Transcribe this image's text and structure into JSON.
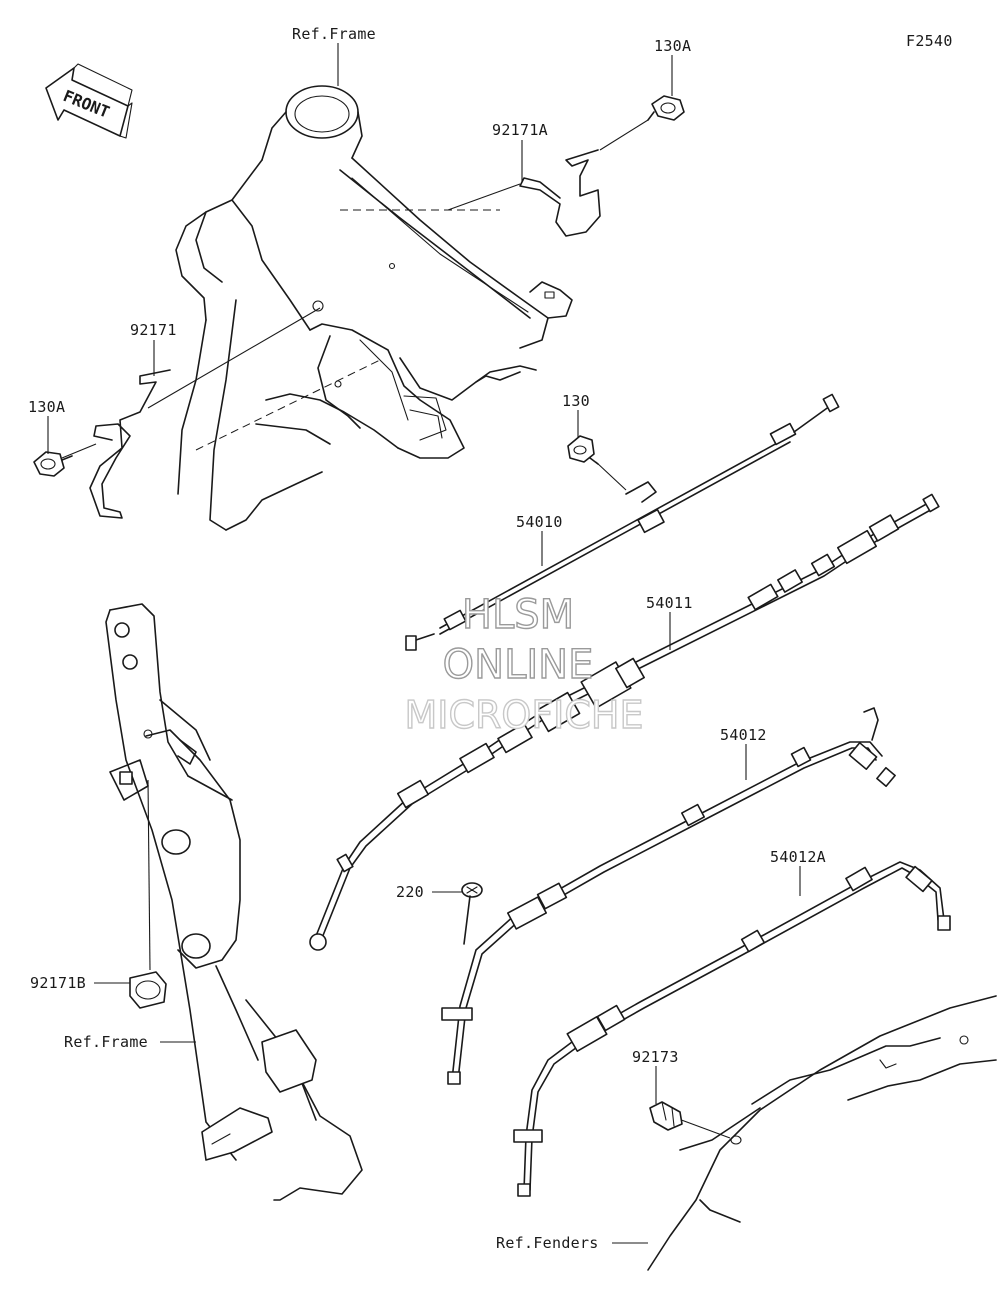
{
  "diagram_code": "F2540",
  "front_label": "FRONT",
  "labels": {
    "ref_frame_top": "Ref.Frame",
    "p130A_top": "130A",
    "p92171A": "92171A",
    "p92171": "92171",
    "p130A_left": "130A",
    "p130": "130",
    "p54010": "54010",
    "p54011": "54011",
    "p54012": "54012",
    "p54012A": "54012A",
    "p220": "220",
    "p92171B": "92171B",
    "ref_frame_lower": "Ref.Frame",
    "p92173": "92173",
    "ref_fenders": "Ref.Fenders"
  },
  "watermark": {
    "line1": "HLSM",
    "line2": "ONLINE",
    "line3": "MICROFICHE"
  }
}
